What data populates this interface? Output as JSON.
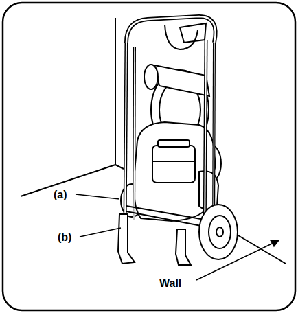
{
  "diagram": {
    "labels": [
      "(a)",
      "(b)",
      "Wall"
    ]
  }
}
